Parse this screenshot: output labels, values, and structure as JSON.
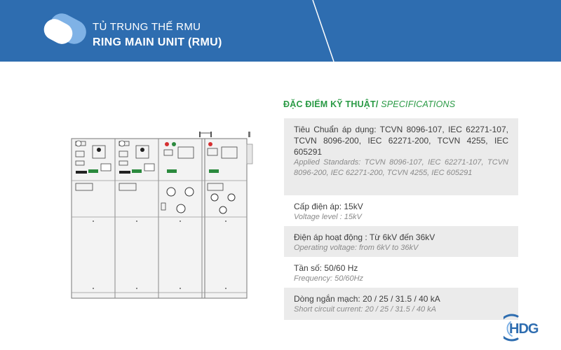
{
  "header": {
    "title_vi": "TỦ TRUNG THẾ RMU",
    "title_en": "RING MAIN UNIT (RMU)"
  },
  "specifications": {
    "heading_vi": "ĐẶC ĐIỂM KỸ THUẬT/",
    "heading_en": " SPECIFICATIONS",
    "items": [
      {
        "vi": "Tiêu Chuẩn áp dụng: TCVN 8096-107, IEC 62271-107, TCVN 8096-200, IEC 62271-200, TCVN 4255, IEC 605291",
        "en": "Applied Standards: TCVN 8096-107, IEC 62271-107, TCVN 8096-200, IEC 62271-200, TCVN 4255, IEC 605291"
      },
      {
        "vi": "Cấp điện áp: 15kV",
        "en": "Voltage level : 15kV"
      },
      {
        "vi": "Điện áp hoạt động : Từ 6kV đến 36kV",
        "en": "Operating voltage: from 6kV to 36kV"
      },
      {
        "vi": "Tần số: 50/60 Hz",
        "en": "Frequency: 50/60Hz"
      },
      {
        "vi": "Dòng ngắn mạch: 20 / 25 / 31.5 / 40 kA",
        "en": "Short circuit current:  20 / 25 / 31.5 / 40 kA"
      }
    ]
  },
  "brand": {
    "name": "HDG"
  },
  "colors": {
    "header_bg": "#2e6db0",
    "heading_green": "#2a9a45",
    "row_shade": "#ebebeb",
    "brand_blue": "#2e6db0"
  }
}
